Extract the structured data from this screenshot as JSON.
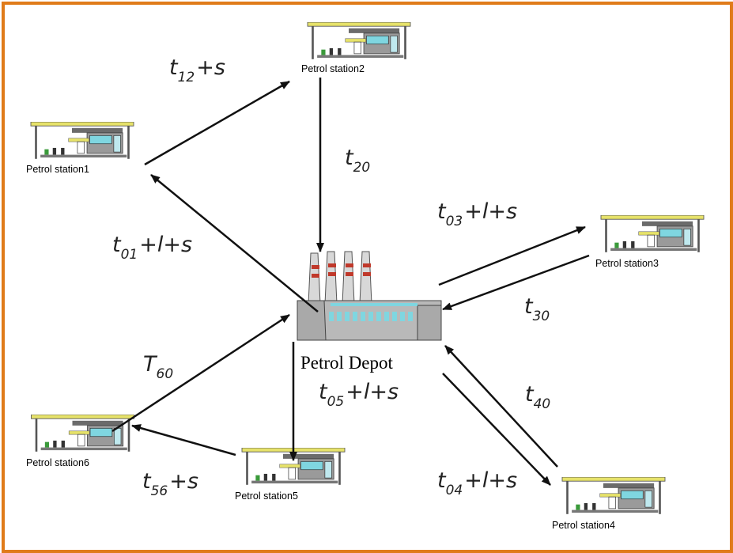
{
  "stations": [
    {
      "id": "s1",
      "label": "Petrol station1"
    },
    {
      "id": "s2",
      "label": "Petrol station2"
    },
    {
      "id": "s3",
      "label": "Petrol station3"
    },
    {
      "id": "s4",
      "label": "Petrol station4"
    },
    {
      "id": "s5",
      "label": "Petrol station5"
    },
    {
      "id": "s6",
      "label": "Petrol station6"
    }
  ],
  "depot": {
    "label": "Petrol Depot"
  },
  "edges": [
    {
      "id": "e01",
      "from": "depot",
      "to": "s1",
      "base": "t",
      "sub": "01",
      "suffix": "+l+s"
    },
    {
      "id": "e12",
      "from": "s1",
      "to": "s2",
      "base": "t",
      "sub": "12",
      "suffix": "+s"
    },
    {
      "id": "e20",
      "from": "s2",
      "to": "depot",
      "base": "t",
      "sub": "20",
      "suffix": ""
    },
    {
      "id": "e03",
      "from": "depot",
      "to": "s3",
      "base": "t",
      "sub": "03",
      "suffix": "+l+s"
    },
    {
      "id": "e30",
      "from": "s3",
      "to": "depot",
      "base": "t",
      "sub": "30",
      "suffix": ""
    },
    {
      "id": "e04",
      "from": "depot",
      "to": "s4",
      "base": "t",
      "sub": "04",
      "suffix": "+l+s"
    },
    {
      "id": "e40",
      "from": "s4",
      "to": "depot",
      "base": "t",
      "sub": "40",
      "suffix": ""
    },
    {
      "id": "e05",
      "from": "depot",
      "to": "s5",
      "base": "t",
      "sub": "05",
      "suffix": "+l+s"
    },
    {
      "id": "e56",
      "from": "s5",
      "to": "s6",
      "base": "t",
      "sub": "56",
      "suffix": "+s"
    },
    {
      "id": "e60",
      "from": "s6",
      "to": "depot",
      "base": "T",
      "sub": "60",
      "suffix": ""
    }
  ],
  "colors": {
    "frame": "#E07B1A",
    "roof": "#E6E26A",
    "arrow": "#111111",
    "chimneyStripe": "#C0392B",
    "factory": "#B9B9B9",
    "windows": "#7FD6E0"
  }
}
